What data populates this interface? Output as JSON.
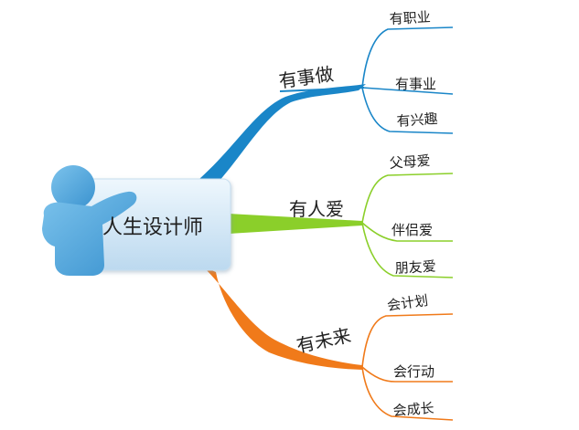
{
  "center": {
    "label": "人生设计师"
  },
  "branches": [
    {
      "label": "有事做",
      "color": "#1a86c8",
      "leaves": [
        "有职业",
        "有事业",
        "有兴趣"
      ]
    },
    {
      "label": "有人爱",
      "color": "#8bcf2a",
      "leaves": [
        "父母爱",
        "伴侣爱",
        "朋友爱"
      ]
    },
    {
      "label": "有未来",
      "color": "#f07a1a",
      "leaves": [
        "会计划",
        "会行动",
        "会成长"
      ]
    }
  ],
  "colors": {
    "card_light": "#e6f2fb",
    "card_dark": "#b7d6ee",
    "figure": "#5aaede",
    "text": "#1f1f1f"
  }
}
